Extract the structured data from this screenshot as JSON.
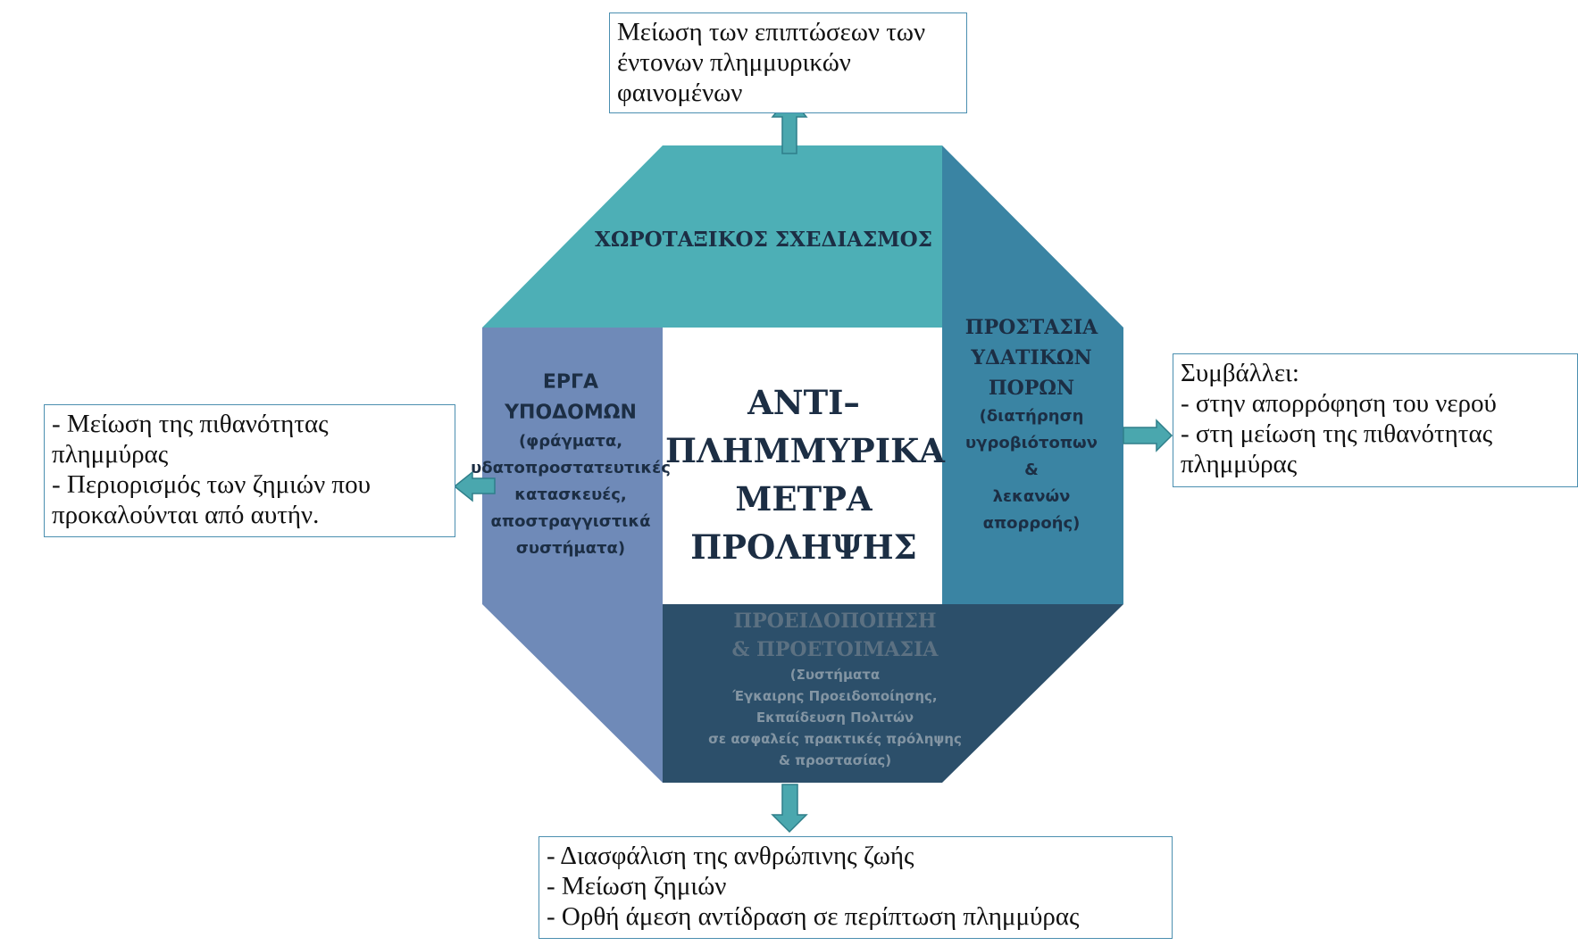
{
  "center": {
    "title_lines": [
      "ΑΝΤΙ–",
      "ΠΛΗΜΜΥΡΙΚΑ",
      "ΜΕΤΡΑ",
      "ΠΡΟΛΗΨΗΣ"
    ]
  },
  "segments": {
    "top": {
      "title_lines": [
        "ΧΩΡΟΤΑΞΙΚΟΣ ΣΧΕΔΙΑΣΜΟΣ"
      ],
      "detail_lines": [],
      "color": "#4dafb6"
    },
    "left": {
      "title_lines": [
        "ΕΡΓΑ",
        "ΥΠΟΔΟΜΩΝ"
      ],
      "detail_lines": [
        "(φράγματα,",
        "υδατοπροστατευτικές",
        "κατασκευές,",
        "αποστραγγιστικά",
        "συστήματα)"
      ],
      "color": "#6f8ab8"
    },
    "right": {
      "title_lines": [
        "ΠΡΟΣΤΑΣΙΑ",
        "ΥΔΑΤΙΚΩΝ",
        "ΠΟΡΩΝ"
      ],
      "detail_lines": [
        "(διατήρηση",
        "υγροβιότοπων",
        "&",
        "λεκανών",
        "απορροής)"
      ],
      "color": "#3a84a3"
    },
    "bottom": {
      "title_lines": [
        "ΠΡΟΕΙΔΟΠΟΙΗΣΗ",
        "& ΠΡΟΕΤΟΙΜΑΣΙΑ"
      ],
      "detail_lines": [
        "(Συστήματα",
        "Έγκαιρης Προειδοποίησης,",
        "Εκπαίδευση Πολιτών",
        "σε ασφαλείς πρακτικές πρόληψης",
        "& προστασίας)"
      ],
      "color": "#2c4f6a"
    }
  },
  "outcomes": {
    "top": {
      "lines": [
        "Μείωση των επιπτώσεων των",
        "έντονων πλημμυρικών",
        "φαινομένων"
      ]
    },
    "left": {
      "lines": [
        "- Μείωση της πιθανότητας",
        "πλημμύρας",
        "-  Περιορισμός των ζημιών που",
        "προκαλούνται από αυτήν."
      ]
    },
    "right": {
      "lines": [
        "Συμβάλλει:",
        "- στην απορρόφηση του νερού",
        "- στη μείωση της πιθανότητας",
        "πλημμύρας"
      ]
    },
    "bottom": {
      "lines": [
        "- Διασφάλιση της ανθρώπινης ζωής",
        "- Μείωση ζημιών",
        "- Ορθή άμεση αντίδραση σε περίπτωση πλημμύρας"
      ]
    }
  },
  "colors": {
    "arrow_fill": "#4aa7ae",
    "arrow_stroke": "#2f7f8a",
    "box_border": "#4b8fb0",
    "center_fill": "#ffffff"
  }
}
